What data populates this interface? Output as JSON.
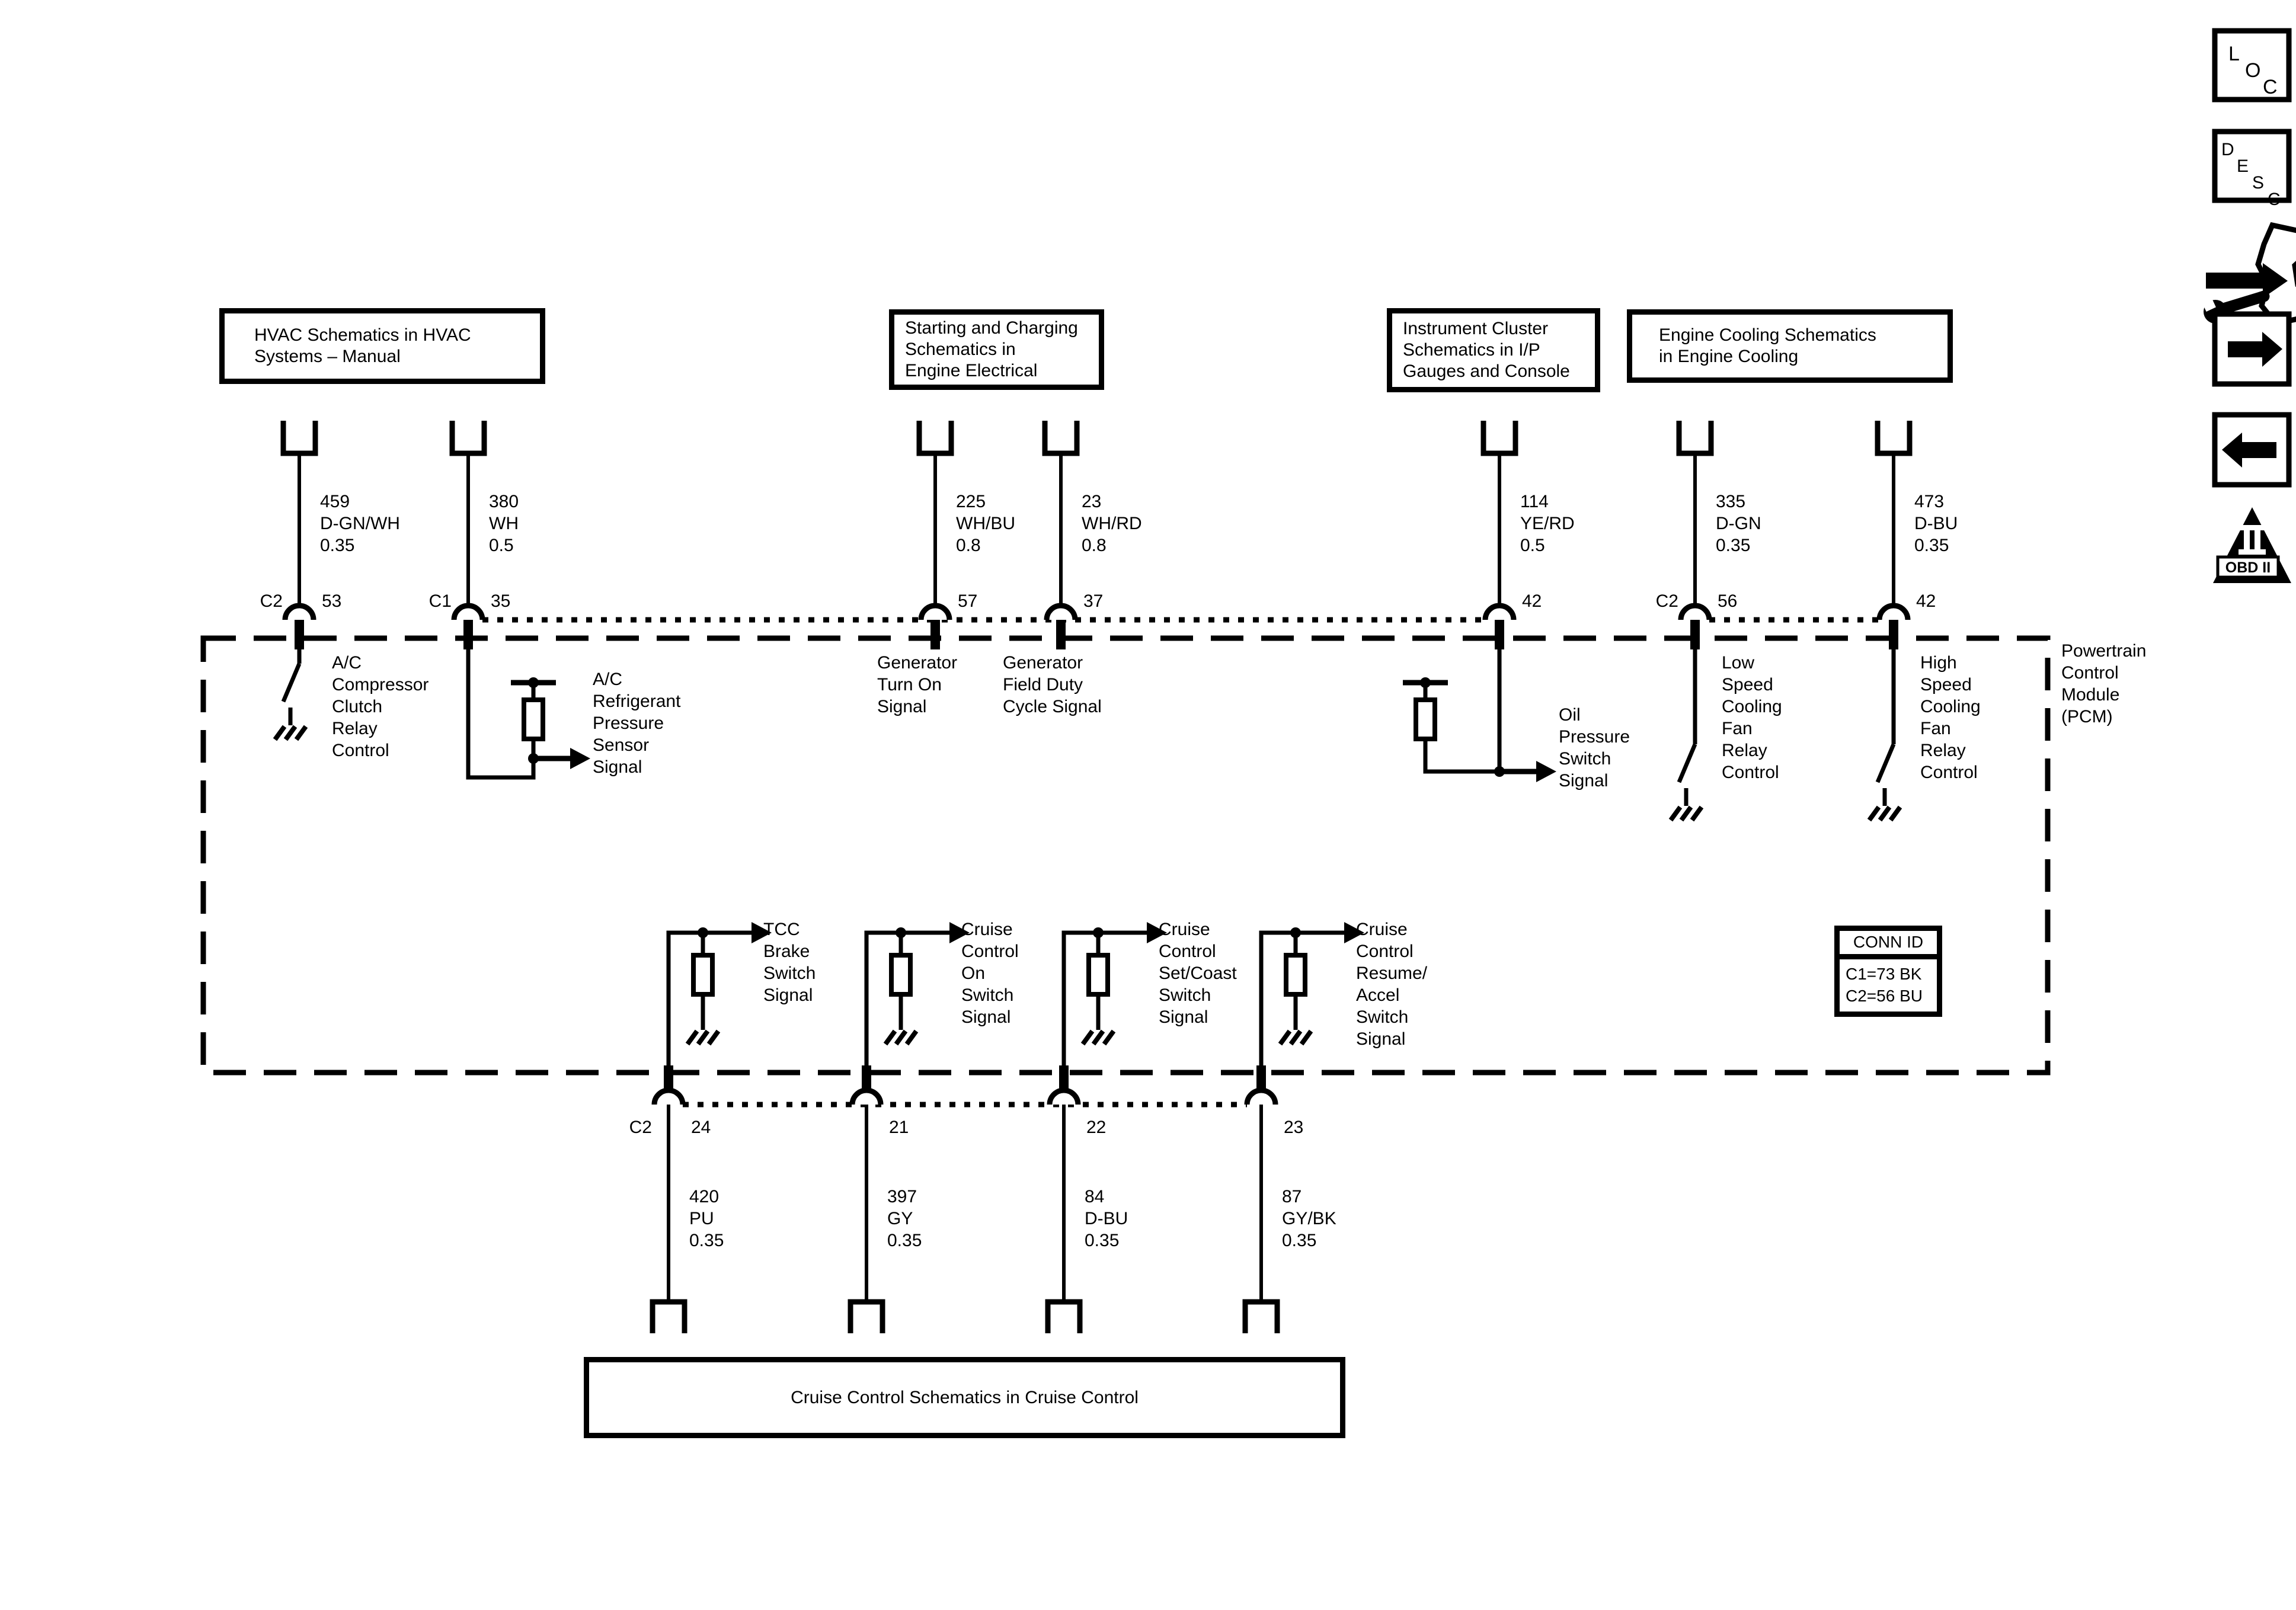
{
  "source_boxes": {
    "hvac": "HVAC Schematics in HVAC\nSystems – Manual",
    "starting": "Starting and Charging\nSchematics in\nEngine Electrical",
    "cluster": "Instrument Cluster\nSchematics in I/P\nGauges and Console",
    "cooling": "Engine Cooling Schematics\nin Engine Cooling",
    "cruise": "Cruise Control Schematics in Cruise Control"
  },
  "pcm": {
    "label": "Powertrain\nControl\nModule\n(PCM)",
    "conn_id_title": "CONN ID",
    "conn_id_rows": "C1=73 BK\nC2=56 BU"
  },
  "top_pins": [
    {
      "connector": "C2",
      "pin": "53",
      "wire": "459\nD-GN/WH\n0.35",
      "function": "A/C\nCompressor\nClutch\nRelay\nControl"
    },
    {
      "connector": "C1",
      "pin": "35",
      "wire": "380\nWH\n0.5",
      "function": "A/C\nRefrigerant\nPressure\nSensor\nSignal"
    },
    {
      "connector": "",
      "pin": "57",
      "wire": "225\nWH/BU\n0.8",
      "function": "Generator\nTurn On\nSignal"
    },
    {
      "connector": "",
      "pin": "37",
      "wire": "23\nWH/RD\n0.8",
      "function": "Generator\nField Duty\nCycle Signal"
    },
    {
      "connector": "",
      "pin": "42",
      "wire": "114\nYE/RD\n0.5",
      "function": "Oil\nPressure\nSwitch\nSignal"
    },
    {
      "connector": "C2",
      "pin": "56",
      "wire": "335\nD-GN\n0.35",
      "function": "Low\nSpeed\nCooling\nFan\nRelay\nControl"
    },
    {
      "connector": "",
      "pin": "42",
      "wire": "473\nD-BU\n0.35",
      "function": "High\nSpeed\nCooling\nFan\nRelay\nControl"
    }
  ],
  "bottom_pins": [
    {
      "connector": "C2",
      "pin": "24",
      "wire": "420\nPU\n0.35",
      "function": "TCC\nBrake\nSwitch\nSignal"
    },
    {
      "connector": "",
      "pin": "21",
      "wire": "397\nGY\n0.35",
      "function": "Cruise\nControl\nOn\nSwitch\nSignal"
    },
    {
      "connector": "",
      "pin": "22",
      "wire": "84\nD-BU\n0.35",
      "function": "Cruise\nControl\nSet/Coast\nSwitch\nSignal"
    },
    {
      "connector": "",
      "pin": "23",
      "wire": "87\nGY/BK\n0.35",
      "function": "Cruise\nControl\nResume/\nAccel\nSwitch\nSignal"
    }
  ],
  "sidebar_icons": {
    "loc_letters": [
      "L",
      "O",
      "C"
    ],
    "desc_letters": [
      "D",
      "E",
      "S",
      "C"
    ],
    "obd_label": "OBD II"
  }
}
